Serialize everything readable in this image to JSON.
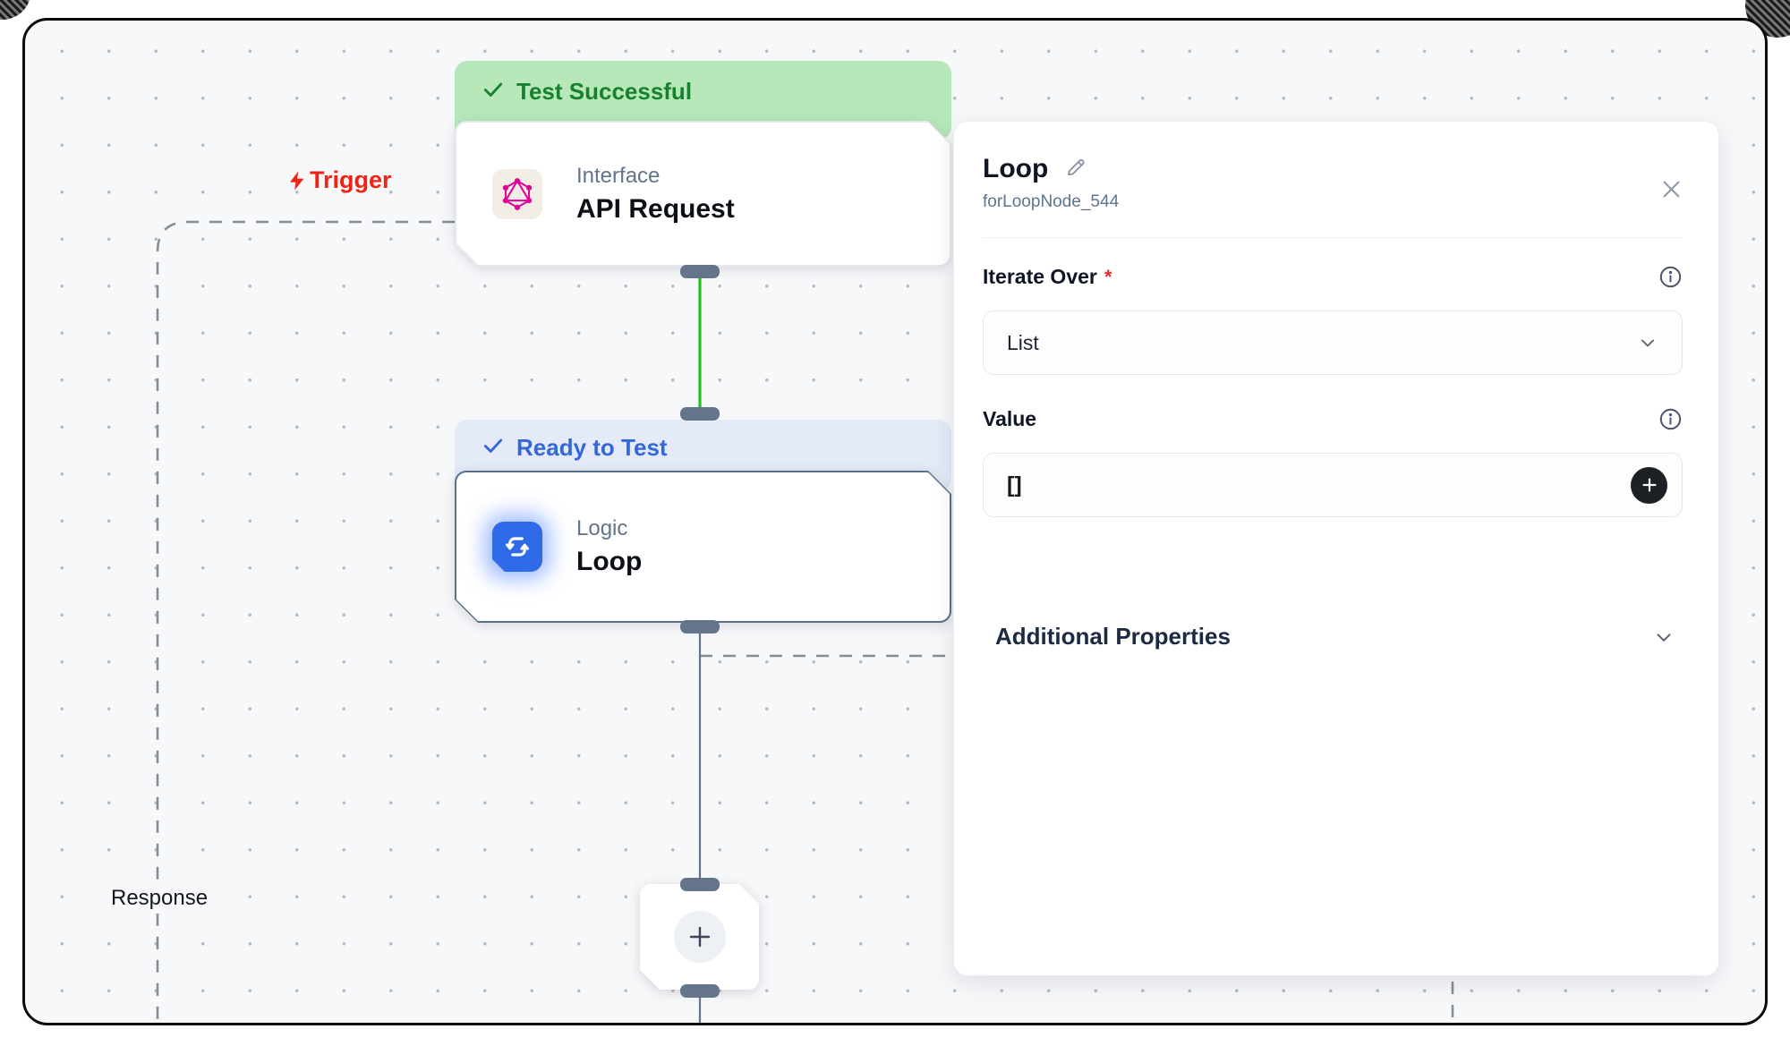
{
  "canvas": {
    "trigger_label": "Trigger",
    "response_label": "Response",
    "nodes": {
      "api": {
        "status": "Test Successful",
        "category": "Interface",
        "title": "API Request",
        "icon": "graphql-icon"
      },
      "loop": {
        "status": "Ready to Test",
        "category": "Logic",
        "title": "Loop",
        "icon": "loop-icon"
      },
      "add": {
        "icon": "plus-icon"
      }
    }
  },
  "panel": {
    "title": "Loop",
    "node_id": "forLoopNode_544",
    "iterate_over": {
      "label": "Iterate Over",
      "required_marker": "*",
      "value": "List"
    },
    "value_field": {
      "label": "Value",
      "value": "[]"
    },
    "additional_properties_label": "Additional Properties"
  },
  "colors": {
    "success_bg": "#b7e8ba",
    "success_text": "#17812f",
    "ready_bg": "#e4eaf8",
    "ready_text": "#3567d6",
    "trigger_red": "#ef2415",
    "edge_green": "#27c11b",
    "edge_slate": "#64748b",
    "node_blue": "#2f6ae8",
    "graphql_pink": "#e10098",
    "canvas_bg": "#f7f8fa"
  }
}
